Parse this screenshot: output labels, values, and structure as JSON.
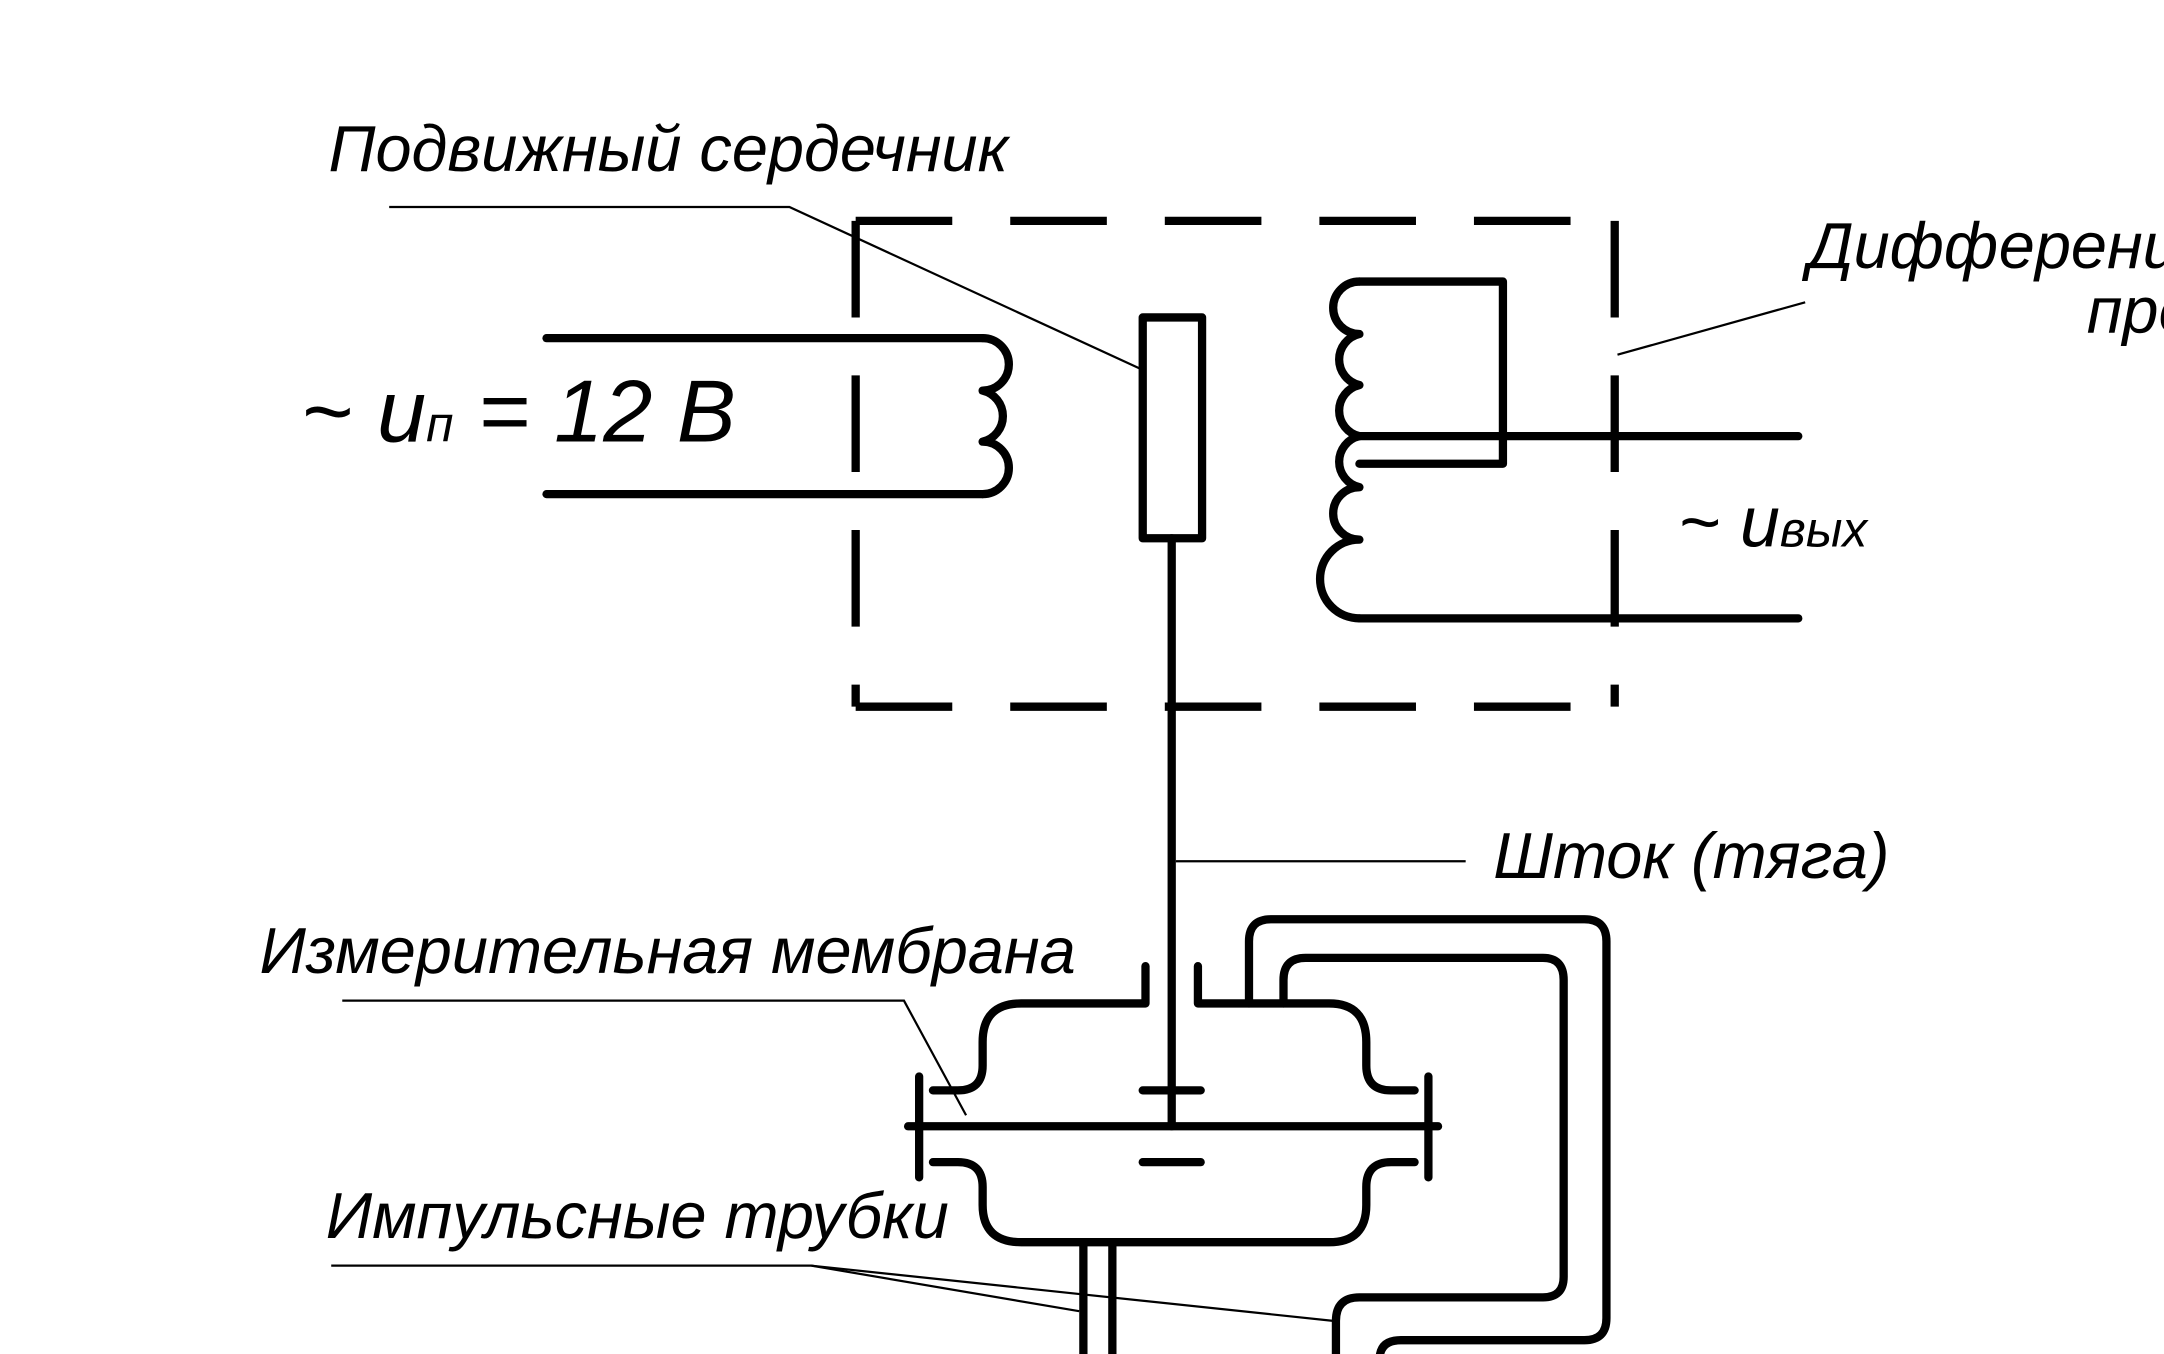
{
  "labels": {
    "moving_core": "Подвижный сердечник",
    "differential_line1": "Дифференциал",
    "differential_line2": "пре",
    "supply_prefix": "~ ",
    "supply_symbol": "u",
    "supply_subscript": "п",
    "supply_value": " = 12 В",
    "output_prefix": "~ ",
    "output_symbol": "u",
    "output_subscript": "вых",
    "rod": "Шток (тяга)",
    "membrane": "Измерительная мембрана",
    "tubes": "Импульсные трубки"
  }
}
